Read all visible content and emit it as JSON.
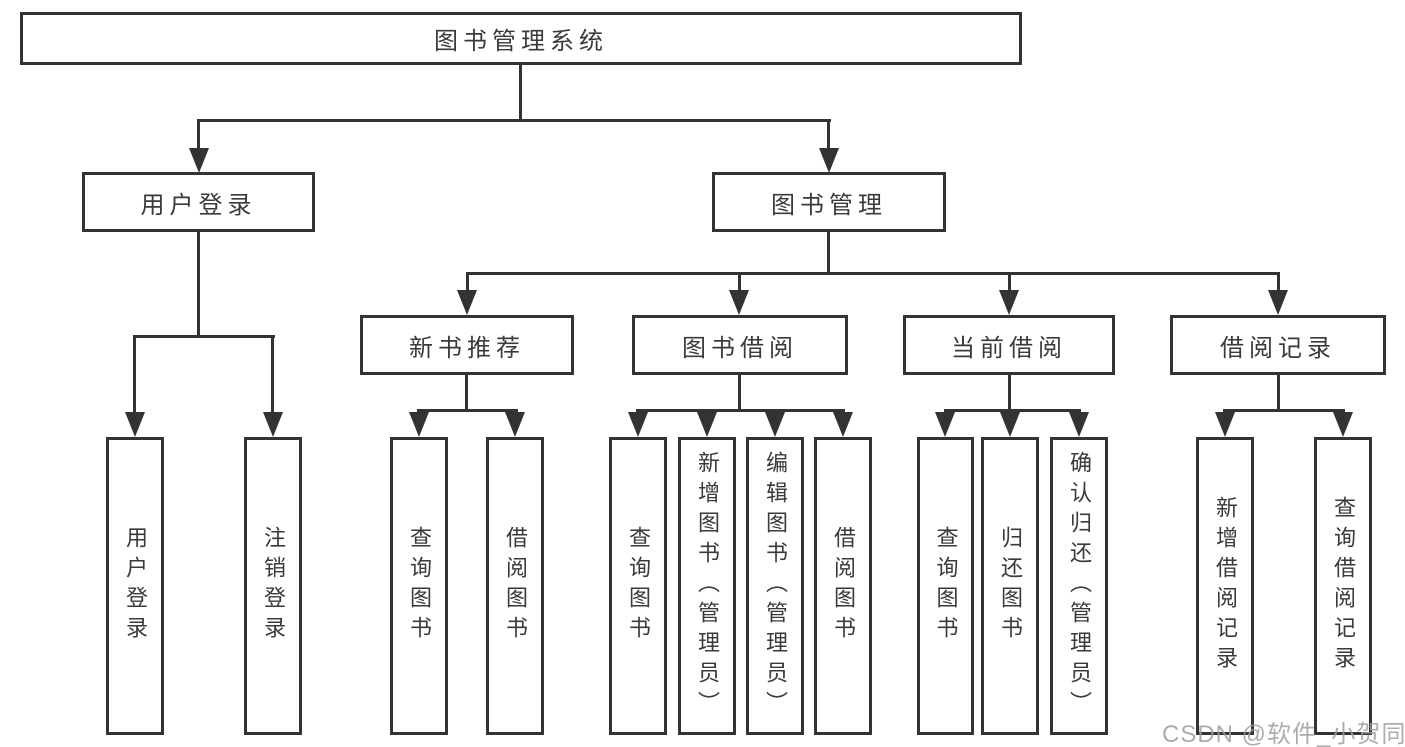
{
  "diagram": {
    "type": "hierarchy-tree",
    "root": "图书管理系统",
    "level2": {
      "user_login": "用户登录",
      "book_mgmt": "图书管理"
    },
    "level3": {
      "new_book_rec": "新书推荐",
      "book_borrow": "图书借阅",
      "current_borrow": "当前借阅",
      "borrow_record": "借阅记录"
    },
    "leaves": {
      "user_login": [
        "用户登录",
        "注销登录"
      ],
      "new_book_rec": [
        "查询图书",
        "借阅图书"
      ],
      "book_borrow": [
        "查询图书",
        "新增图书（管理员）",
        "编辑图书（管理员）",
        "借阅图书"
      ],
      "current_borrow": [
        "查询图书",
        "归还图书",
        "确认归还（管理员）"
      ],
      "borrow_record": [
        "新增借阅记录",
        "查询借阅记录"
      ]
    },
    "structure": {
      "图书管理系统": [
        "用户登录",
        "图书管理"
      ],
      "用户登录": [
        "用户登录",
        "注销登录"
      ],
      "图书管理": [
        "新书推荐",
        "图书借阅",
        "当前借阅",
        "借阅记录"
      ],
      "新书推荐": [
        "查询图书",
        "借阅图书"
      ],
      "图书借阅": [
        "查询图书",
        "新增图书（管理员）",
        "编辑图书（管理员）",
        "借阅图书"
      ],
      "当前借阅": [
        "查询图书",
        "归还图书",
        "确认归还（管理员）"
      ],
      "借阅记录": [
        "新增借阅记录",
        "查询借阅记录"
      ]
    },
    "colors": {
      "line": "#333333",
      "text": "#3a3a3a",
      "background": "#ffffff",
      "watermark": "#9e9e9e"
    },
    "watermark": "CSDN @软件_小贺同学"
  }
}
